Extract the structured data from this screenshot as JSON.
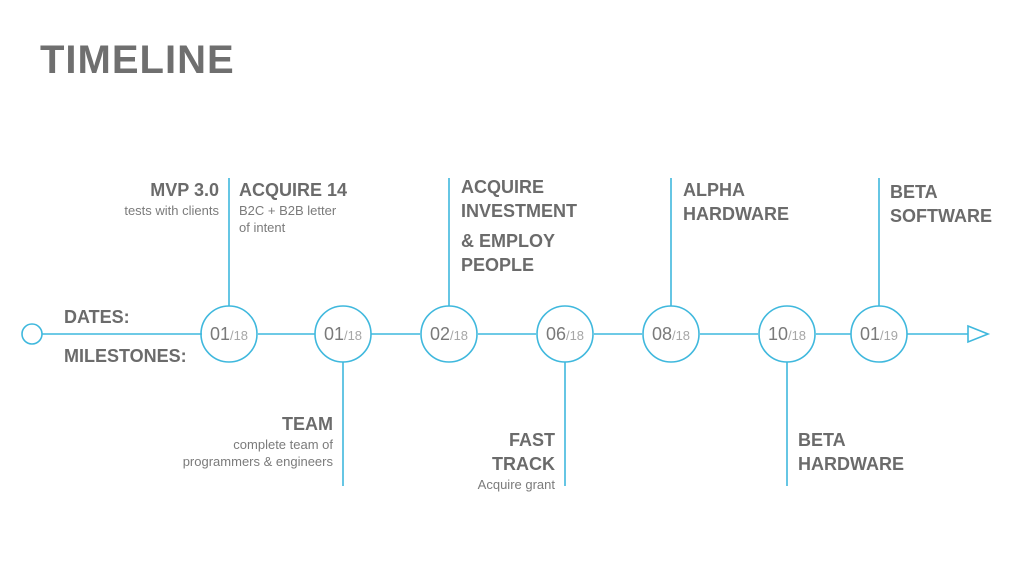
{
  "title": "TIMELINE",
  "labels": {
    "dates": "DATES:",
    "milestones": "MILESTONES:"
  },
  "nodes": [
    {
      "month": "01",
      "year": "/18"
    },
    {
      "month": "01",
      "year": "/18"
    },
    {
      "month": "02",
      "year": "/18"
    },
    {
      "month": "06",
      "year": "/18"
    },
    {
      "month": "08",
      "year": "/18"
    },
    {
      "month": "10",
      "year": "/18"
    },
    {
      "month": "01",
      "year": "/19"
    }
  ],
  "milestones": {
    "mvp": {
      "title": "MVP 3.0",
      "sub": "tests with clients"
    },
    "acquire14": {
      "title": "ACQUIRE 14",
      "sub1": "B2C + B2B letter",
      "sub2": "of intent"
    },
    "team": {
      "title": "TEAM",
      "sub1": "complete team of",
      "sub2": "programmers & engineers"
    },
    "investment": {
      "title1": "ACQUIRE",
      "title2": "INVESTMENT",
      "title3": "& EMPLOY",
      "title4": "PEOPLE"
    },
    "fasttrack": {
      "title1": "FAST",
      "title2": "TRACK",
      "sub": "Acquire grant"
    },
    "alpha": {
      "title1": "ALPHA",
      "title2": "HARDWARE"
    },
    "betahw": {
      "title1": "BETA",
      "title2": "HARDWARE"
    },
    "betasw": {
      "title1": "BETA",
      "title2": "SOFTWARE"
    }
  },
  "colors": {
    "line": "#3fb8dd",
    "title": "#6f6f6f",
    "text": "#6b6b6b"
  }
}
